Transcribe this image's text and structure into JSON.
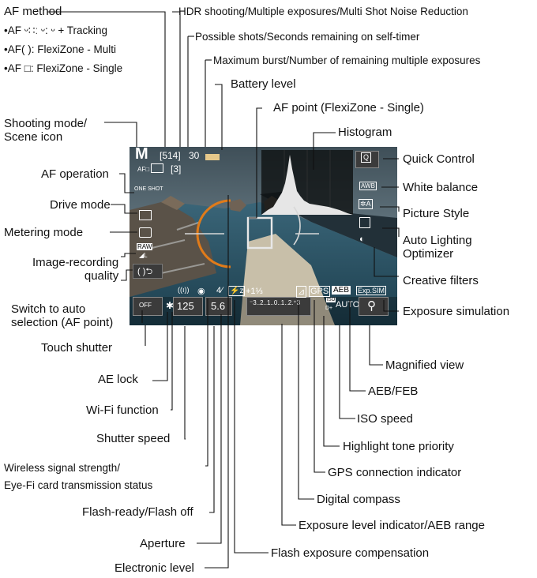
{
  "labels": {
    "af_method": "AF method",
    "af_opt1_prefix": "•AF",
    "af_opt1_text": "+ Tracking",
    "af_opt2": "•AF( ): FlexiZone - Multi",
    "af_opt3": "•AF □: FlexiZone - Single",
    "hdr": "HDR shooting/Multiple exposures/Multi Shot Noise Reduction",
    "shots": "Possible shots/Seconds remaining on self-timer",
    "burst": "Maximum burst/Number of remaining multiple exposures",
    "battery": "Battery level",
    "af_point": "AF point (FlexiZone - Single)",
    "histogram": "Histogram",
    "shooting_mode": "Shooting mode/\nScene icon",
    "af_operation": "AF operation",
    "drive_mode": "Drive mode",
    "metering": "Metering mode",
    "image_quality": "Image-recording\nquality",
    "switch_auto": "Switch to auto\nselection (AF point)",
    "quick_control": "Quick Control",
    "white_balance": "White balance",
    "picture_style": "Picture Style",
    "alo": "Auto Lighting\nOptimizer",
    "creative_filters": "Creative filters",
    "exposure_sim": "Exposure simulation",
    "touch_shutter": "Touch shutter",
    "ae_lock": "AE lock",
    "wifi": "Wi-Fi function",
    "shutter_speed": "Shutter speed",
    "wireless_signal": "Wireless signal strength/\nEye-Fi card transmission status",
    "flash_ready": "Flash-ready/Flash off",
    "aperture": "Aperture",
    "electronic_level": "Electronic level",
    "magnified": "Magnified view",
    "aeb_feb": "AEB/FEB",
    "iso_speed": "ISO speed",
    "highlight": "Highlight tone priority",
    "gps": "GPS connection indicator",
    "compass": "Digital compass",
    "exp_level": "Exposure level indicator/AEB range",
    "flash_comp": "Flash exposure compensation"
  },
  "screen": {
    "mode": "M",
    "shots": "[514]",
    "self_timer": "30",
    "multi_count": "[3]",
    "af_op": "ONE SHOT",
    "raw": "RAW",
    "shutter": "125",
    "aperture": "5.6",
    "flash_comp": "+1⅓",
    "scale": "⁻3..2..1..0..1..2.⁺3",
    "gps": "GPS",
    "aeb": "AEB",
    "iso": "AUTO",
    "iso_small": "ISO",
    "d_plus": "D+",
    "exp_sim": "Exp.SIM",
    "wb": "AWB",
    "q": "Q",
    "flash_ready": "4⁄",
    "touch": "OFF"
  },
  "colors": {
    "screen_bg": "#1c2a33",
    "sky": "#6d8592",
    "sea": "#2d5568"
  }
}
